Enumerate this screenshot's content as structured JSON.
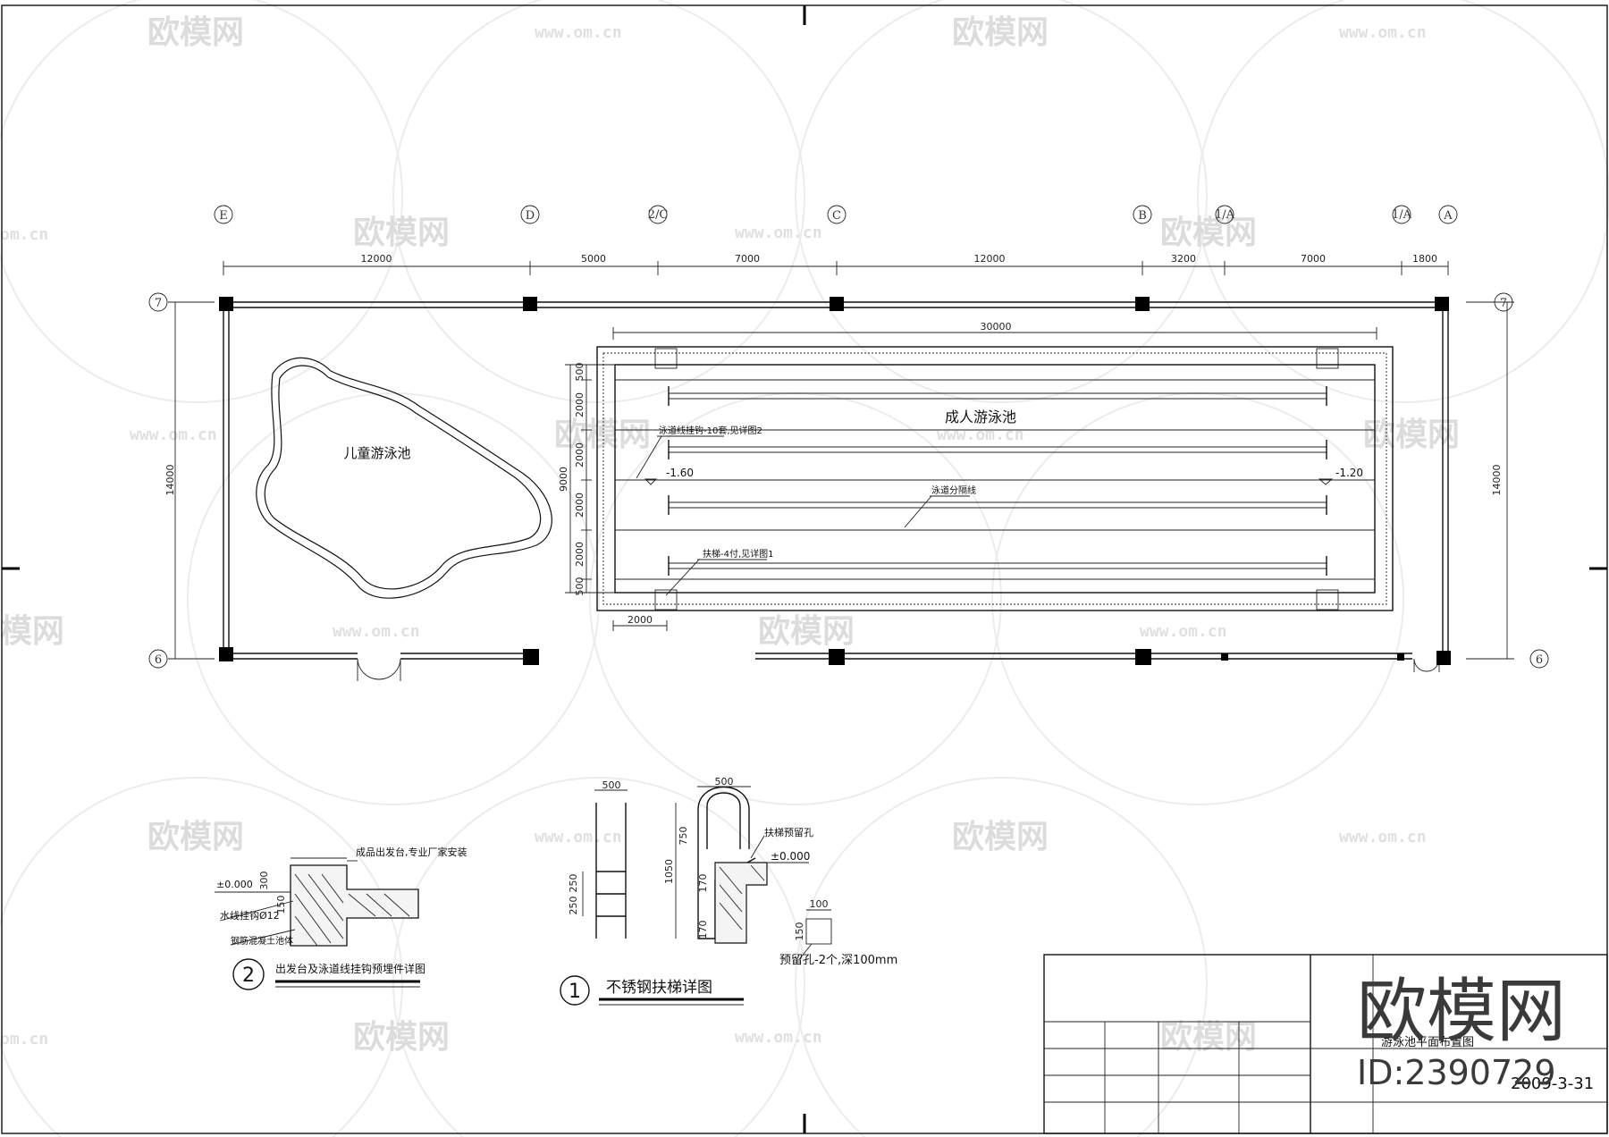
{
  "axes_top": [
    "E",
    "D",
    "2/C",
    "C",
    "B",
    "1/A",
    "1/A",
    "A"
  ],
  "axes_side": {
    "top": "7",
    "bottom": "6"
  },
  "dims_top": [
    "12000",
    "5000",
    "7000",
    "12000",
    "3200",
    "7000",
    "1800"
  ],
  "dims_side": "14000",
  "pool": {
    "adult_label": "成人游泳池",
    "kids_label": "儿童游泳池",
    "length_dim": "30000",
    "width_dim": "9000",
    "lane_dims": [
      "500",
      "2000",
      "2000",
      "2000",
      "2000",
      "500"
    ],
    "bottom_dim": "2000",
    "level_left": "-1.60",
    "level_right": "-1.20",
    "note_hooks": "泳道线挂钩-10套,见详图2",
    "note_lane": "泳道分隔线",
    "note_ladder": "扶梯-4付,见详图1"
  },
  "detail1": {
    "number": "1",
    "title": "不锈钢扶梯详图",
    "note_hole": "扶梯预留孔",
    "level": "±0.000",
    "note_reserve": "预留孔-2个,深100mm",
    "dims": [
      "500",
      "500",
      "750",
      "1050",
      "250",
      "250",
      "170",
      "100",
      "150",
      "170"
    ]
  },
  "detail2": {
    "number": "2",
    "title": "出发台及泳道线挂钩预埋件详图",
    "note_platform": "成品出发台,专业厂家安装",
    "level": "±0.000",
    "note_hook": "水线挂钩Ø12",
    "note_concrete": "钢筋混凝土池体",
    "dims": [
      "300",
      "150"
    ]
  },
  "title_block": {
    "drawing_name": "游泳池平面布置图",
    "date": "2009-3-31"
  },
  "watermark": {
    "brand": "欧模网",
    "url": "www.om.cn",
    "id": "ID:2390729",
    "url_partial": "om.cn",
    "brand_partial": "模网"
  }
}
